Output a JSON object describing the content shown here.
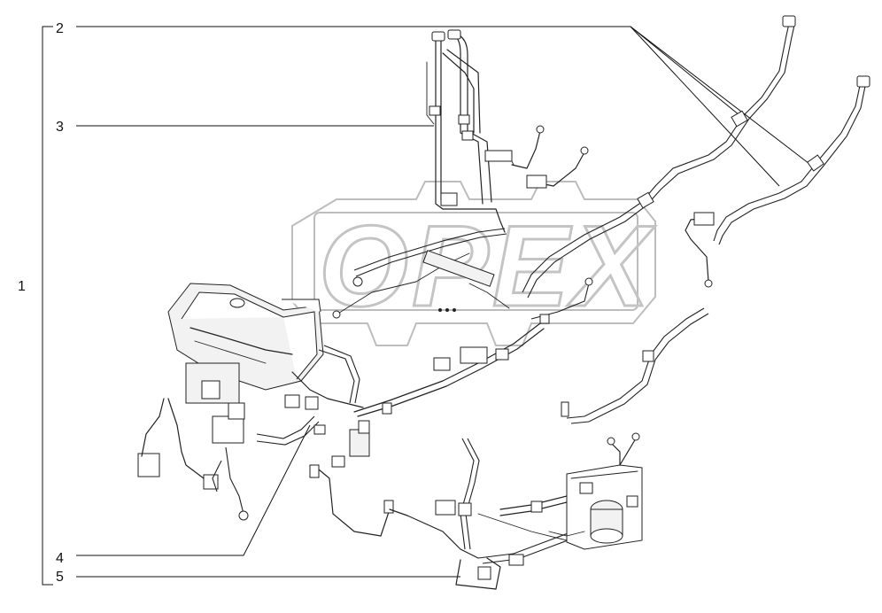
{
  "watermark": {
    "text": "OPEX"
  },
  "callouts": {
    "c1": "1",
    "c2": "2",
    "c3": "3",
    "c4": "4",
    "c5": "5"
  }
}
